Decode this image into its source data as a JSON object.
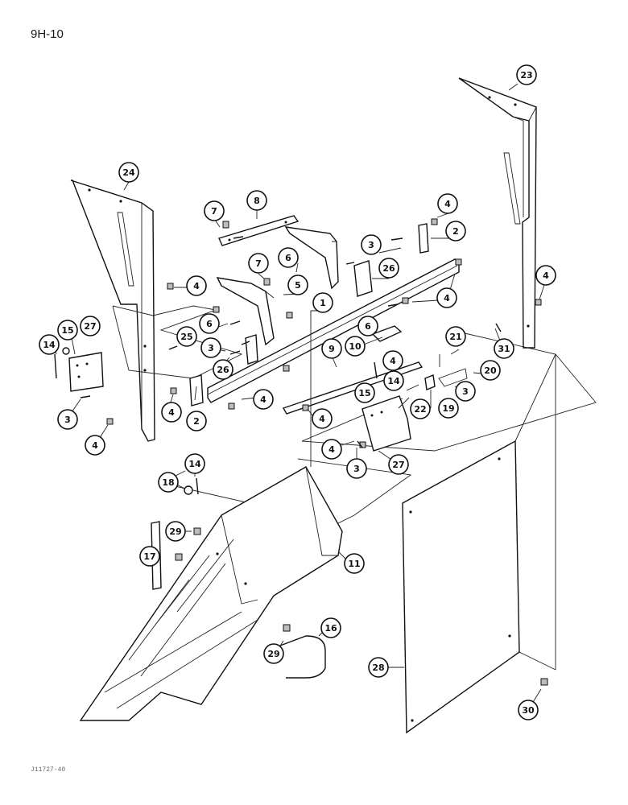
{
  "page_number": "9H-10",
  "figure_id": "J11727-40",
  "callouts": [
    {
      "id": "c23",
      "label": "23"
    },
    {
      "id": "c24",
      "label": "24"
    },
    {
      "id": "c8",
      "label": "8"
    },
    {
      "id": "c7a",
      "label": "7"
    },
    {
      "id": "c4a",
      "label": "4"
    },
    {
      "id": "c2a",
      "label": "2"
    },
    {
      "id": "c3a",
      "label": "3"
    },
    {
      "id": "c6a",
      "label": "6"
    },
    {
      "id": "c26a",
      "label": "26"
    },
    {
      "id": "c7b",
      "label": "7"
    },
    {
      "id": "c5",
      "label": "5"
    },
    {
      "id": "c4b",
      "label": "4"
    },
    {
      "id": "c4c",
      "label": "4"
    },
    {
      "id": "c1",
      "label": "1"
    },
    {
      "id": "c4d",
      "label": "4"
    },
    {
      "id": "c6b",
      "label": "6"
    },
    {
      "id": "c6c",
      "label": "6"
    },
    {
      "id": "c10",
      "label": "10"
    },
    {
      "id": "c25",
      "label": "25"
    },
    {
      "id": "c3b",
      "label": "3"
    },
    {
      "id": "c26b",
      "label": "26"
    },
    {
      "id": "c14a",
      "label": "14"
    },
    {
      "id": "c15a",
      "label": "15"
    },
    {
      "id": "c27a",
      "label": "27"
    },
    {
      "id": "c31",
      "label": "31"
    },
    {
      "id": "c21",
      "label": "21"
    },
    {
      "id": "c20",
      "label": "20"
    },
    {
      "id": "c9",
      "label": "9"
    },
    {
      "id": "c4e",
      "label": "4"
    },
    {
      "id": "c14b",
      "label": "14"
    },
    {
      "id": "c15b",
      "label": "15"
    },
    {
      "id": "c3c",
      "label": "3"
    },
    {
      "id": "c19",
      "label": "19"
    },
    {
      "id": "c22",
      "label": "22"
    },
    {
      "id": "c4f",
      "label": "4"
    },
    {
      "id": "c2b",
      "label": "2"
    },
    {
      "id": "c4g",
      "label": "4"
    },
    {
      "id": "c4h",
      "label": "4"
    },
    {
      "id": "c3d",
      "label": "3"
    },
    {
      "id": "c4i",
      "label": "4"
    },
    {
      "id": "c4j",
      "label": "4"
    },
    {
      "id": "c4k",
      "label": "4"
    },
    {
      "id": "c3e",
      "label": "3"
    },
    {
      "id": "c27b",
      "label": "27"
    },
    {
      "id": "c18",
      "label": "18"
    },
    {
      "id": "c14c",
      "label": "14"
    },
    {
      "id": "c29a",
      "label": "29"
    },
    {
      "id": "c17",
      "label": "17"
    },
    {
      "id": "c11",
      "label": "11"
    },
    {
      "id": "c16",
      "label": "16"
    },
    {
      "id": "c29b",
      "label": "29"
    },
    {
      "id": "c28",
      "label": "28"
    },
    {
      "id": "c30",
      "label": "30"
    }
  ]
}
